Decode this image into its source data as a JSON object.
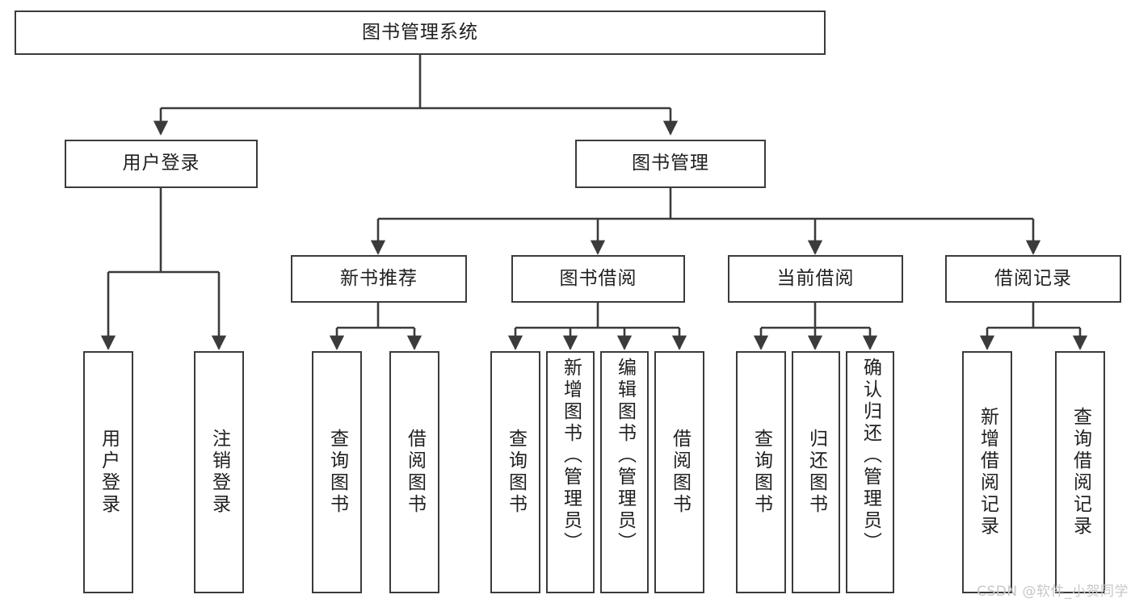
{
  "diagram": {
    "type": "tree-hierarchy-functional-decomposition",
    "root": {
      "label": "图书管理系统"
    },
    "level2": [
      {
        "label": "用户登录"
      },
      {
        "label": "图书管理"
      }
    ],
    "level3": [
      {
        "label": "新书推荐"
      },
      {
        "label": "图书借阅"
      },
      {
        "label": "当前借阅"
      },
      {
        "label": "借阅记录"
      }
    ],
    "leaves": {
      "user_login": [
        {
          "label": "用户登录"
        },
        {
          "label": "注销登录"
        }
      ],
      "new_book_recommend": [
        {
          "label": "查询图书"
        },
        {
          "label": "借阅图书"
        }
      ],
      "book_borrow": [
        {
          "label": "查询图书"
        },
        {
          "label": "新增图书（管理员）"
        },
        {
          "label": "编辑图书（管理员）"
        },
        {
          "label": "借阅图书"
        }
      ],
      "current_borrow": [
        {
          "label": "查询图书"
        },
        {
          "label": "归还图书"
        },
        {
          "label": "确认归还（管理员）"
        }
      ],
      "borrow_record": [
        {
          "label": "新增借阅记录"
        },
        {
          "label": "查询借阅记录"
        }
      ]
    }
  },
  "watermark": {
    "text": "CSDN @软件_小贺同学"
  },
  "colors": {
    "stroke": "#3b3b3b",
    "background": "#ffffff",
    "text": "#1f1f1f",
    "watermark": "#c7c7c7"
  }
}
